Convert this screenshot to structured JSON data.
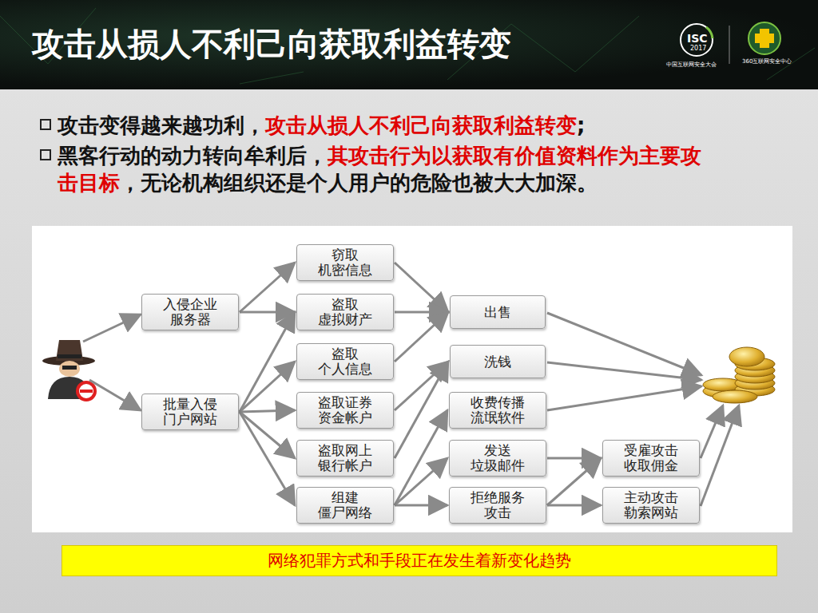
{
  "diagram": {
    "title": "攻击从损人不利己向获取利益转变",
    "caption": "网络犯罪方式和手段正在发生着新变化趋势",
    "nodes": [
      {
        "text": [
          "入侵企业 服务器"
        ]
      },
      {
        "text": [
          "批量入侵 门户网站"
        ]
      },
      {
        "text": [
          "窃取 机密信息"
        ]
      },
      {
        "text": [
          "盗取 虚拟财产"
        ]
      },
      {
        "text": [
          "盗取 个人信息"
        ]
      },
      {
        "text": [
          "盗取证券 资金帐户"
        ]
      },
      {
        "text": [
          "盗取网上 银行帐户"
        ]
      },
      {
        "text": [
          "组建 僵尸网络"
        ]
      },
      {
        "text": [
          "出售"
        ]
      },
      {
        "text": [
          "洗钱"
        ]
      },
      {
        "text": [
          "收费传播 流氓软件"
        ]
      },
      {
        "text": [
          "发送 垃圾邮件"
        ]
      },
      {
        "text": [
          "拒绝服务 攻击"
        ]
      },
      {
        "text": [
          "受雇攻击 收取佣金"
        ]
      },
      {
        "text": [
          "主动攻击 勒索网站"
        ]
      }
    ],
    "edges": [
      {
        "from": 0,
        "to": 2,
        "arrow": "to"
      },
      {
        "from": 0,
        "to": 3,
        "arrow": "to"
      },
      {
        "from": 1,
        "to": 3,
        "arrow": "to"
      },
      {
        "from": 1,
        "to": 4,
        "arrow": "to"
      },
      {
        "from": 1,
        "to": 5,
        "arrow": "to"
      },
      {
        "from": 1,
        "to": 6,
        "arrow": "to"
      },
      {
        "from": 1,
        "to": 7,
        "arrow": "to"
      },
      {
        "from": 2,
        "to": 8,
        "arrow": "to"
      },
      {
        "from": 3,
        "to": 8,
        "arrow": "to"
      },
      {
        "from": 4,
        "to": 8,
        "arrow": "to"
      },
      {
        "from": 5,
        "to": 9,
        "arrow": "to"
      },
      {
        "from": 6,
        "to": 9,
        "arrow": "to"
      },
      {
        "from": 7,
        "to": 10,
        "arrow": "to"
      },
      {
        "from": 7,
        "to": 11,
        "arrow": "to"
      },
      {
        "from": 7,
        "to": 12,
        "arrow": "to"
      },
      {
        "from": 11,
        "to": 13,
        "arrow": "to"
      },
      {
        "from": 12,
        "to": 13,
        "arrow": "to"
      },
      {
        "from": 12,
        "to": 14,
        "arrow": "to"
      }
    ],
    "labels": [
      "攻击变得越来越功利，",
      "攻击从损人不利己向获取利益转变",
      ";",
      "黑客行动的动力转向牟利后，",
      "其攻击行为以获取有价值资料作为主要攻击目标",
      "，无论机构组织还是个人用户的危险也被大大加深。",
      "ISC",
      "2017",
      "中国互联网安全大会",
      "360互联网安全中心"
    ]
  }
}
